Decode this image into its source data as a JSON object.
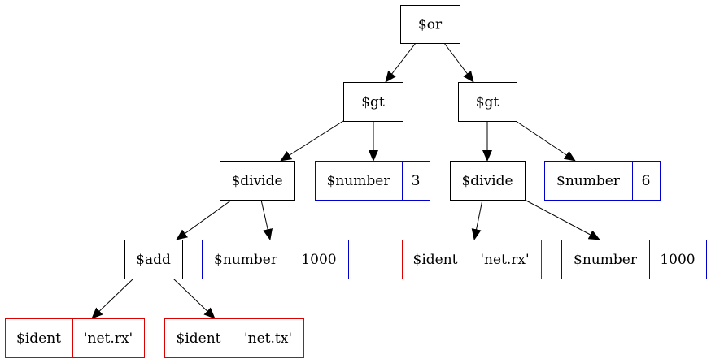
{
  "colors": {
    "op": "#000000",
    "number": "#0000cc",
    "ident": "#dd0000",
    "edge": "#000000"
  },
  "nodes": {
    "or": {
      "label": "$or",
      "kind": "op"
    },
    "gt_left": {
      "label": "$gt",
      "kind": "op"
    },
    "gt_right": {
      "label": "$gt",
      "kind": "op"
    },
    "divide_left": {
      "label": "$divide",
      "kind": "op"
    },
    "number_3": {
      "label": "$number",
      "value": "3",
      "kind": "number"
    },
    "divide_right": {
      "label": "$divide",
      "kind": "op"
    },
    "number_6": {
      "label": "$number",
      "value": "6",
      "kind": "number"
    },
    "add": {
      "label": "$add",
      "kind": "op"
    },
    "number_1000_left": {
      "label": "$number",
      "value": "1000",
      "kind": "number"
    },
    "ident_rx_right": {
      "label": "$ident",
      "value": "'net.rx'",
      "kind": "ident"
    },
    "number_1000_right": {
      "label": "$number",
      "value": "1000",
      "kind": "number"
    },
    "ident_rx_left": {
      "label": "$ident",
      "value": "'net.rx'",
      "kind": "ident"
    },
    "ident_tx": {
      "label": "$ident",
      "value": "'net.tx'",
      "kind": "ident"
    }
  },
  "edges": [
    [
      "or",
      "gt_left"
    ],
    [
      "or",
      "gt_right"
    ],
    [
      "gt_left",
      "divide_left"
    ],
    [
      "gt_left",
      "number_3"
    ],
    [
      "gt_right",
      "divide_right"
    ],
    [
      "gt_right",
      "number_6"
    ],
    [
      "divide_left",
      "add"
    ],
    [
      "divide_left",
      "number_1000_left"
    ],
    [
      "divide_right",
      "ident_rx_right"
    ],
    [
      "divide_right",
      "number_1000_right"
    ],
    [
      "add",
      "ident_rx_left"
    ],
    [
      "add",
      "ident_tx"
    ]
  ]
}
